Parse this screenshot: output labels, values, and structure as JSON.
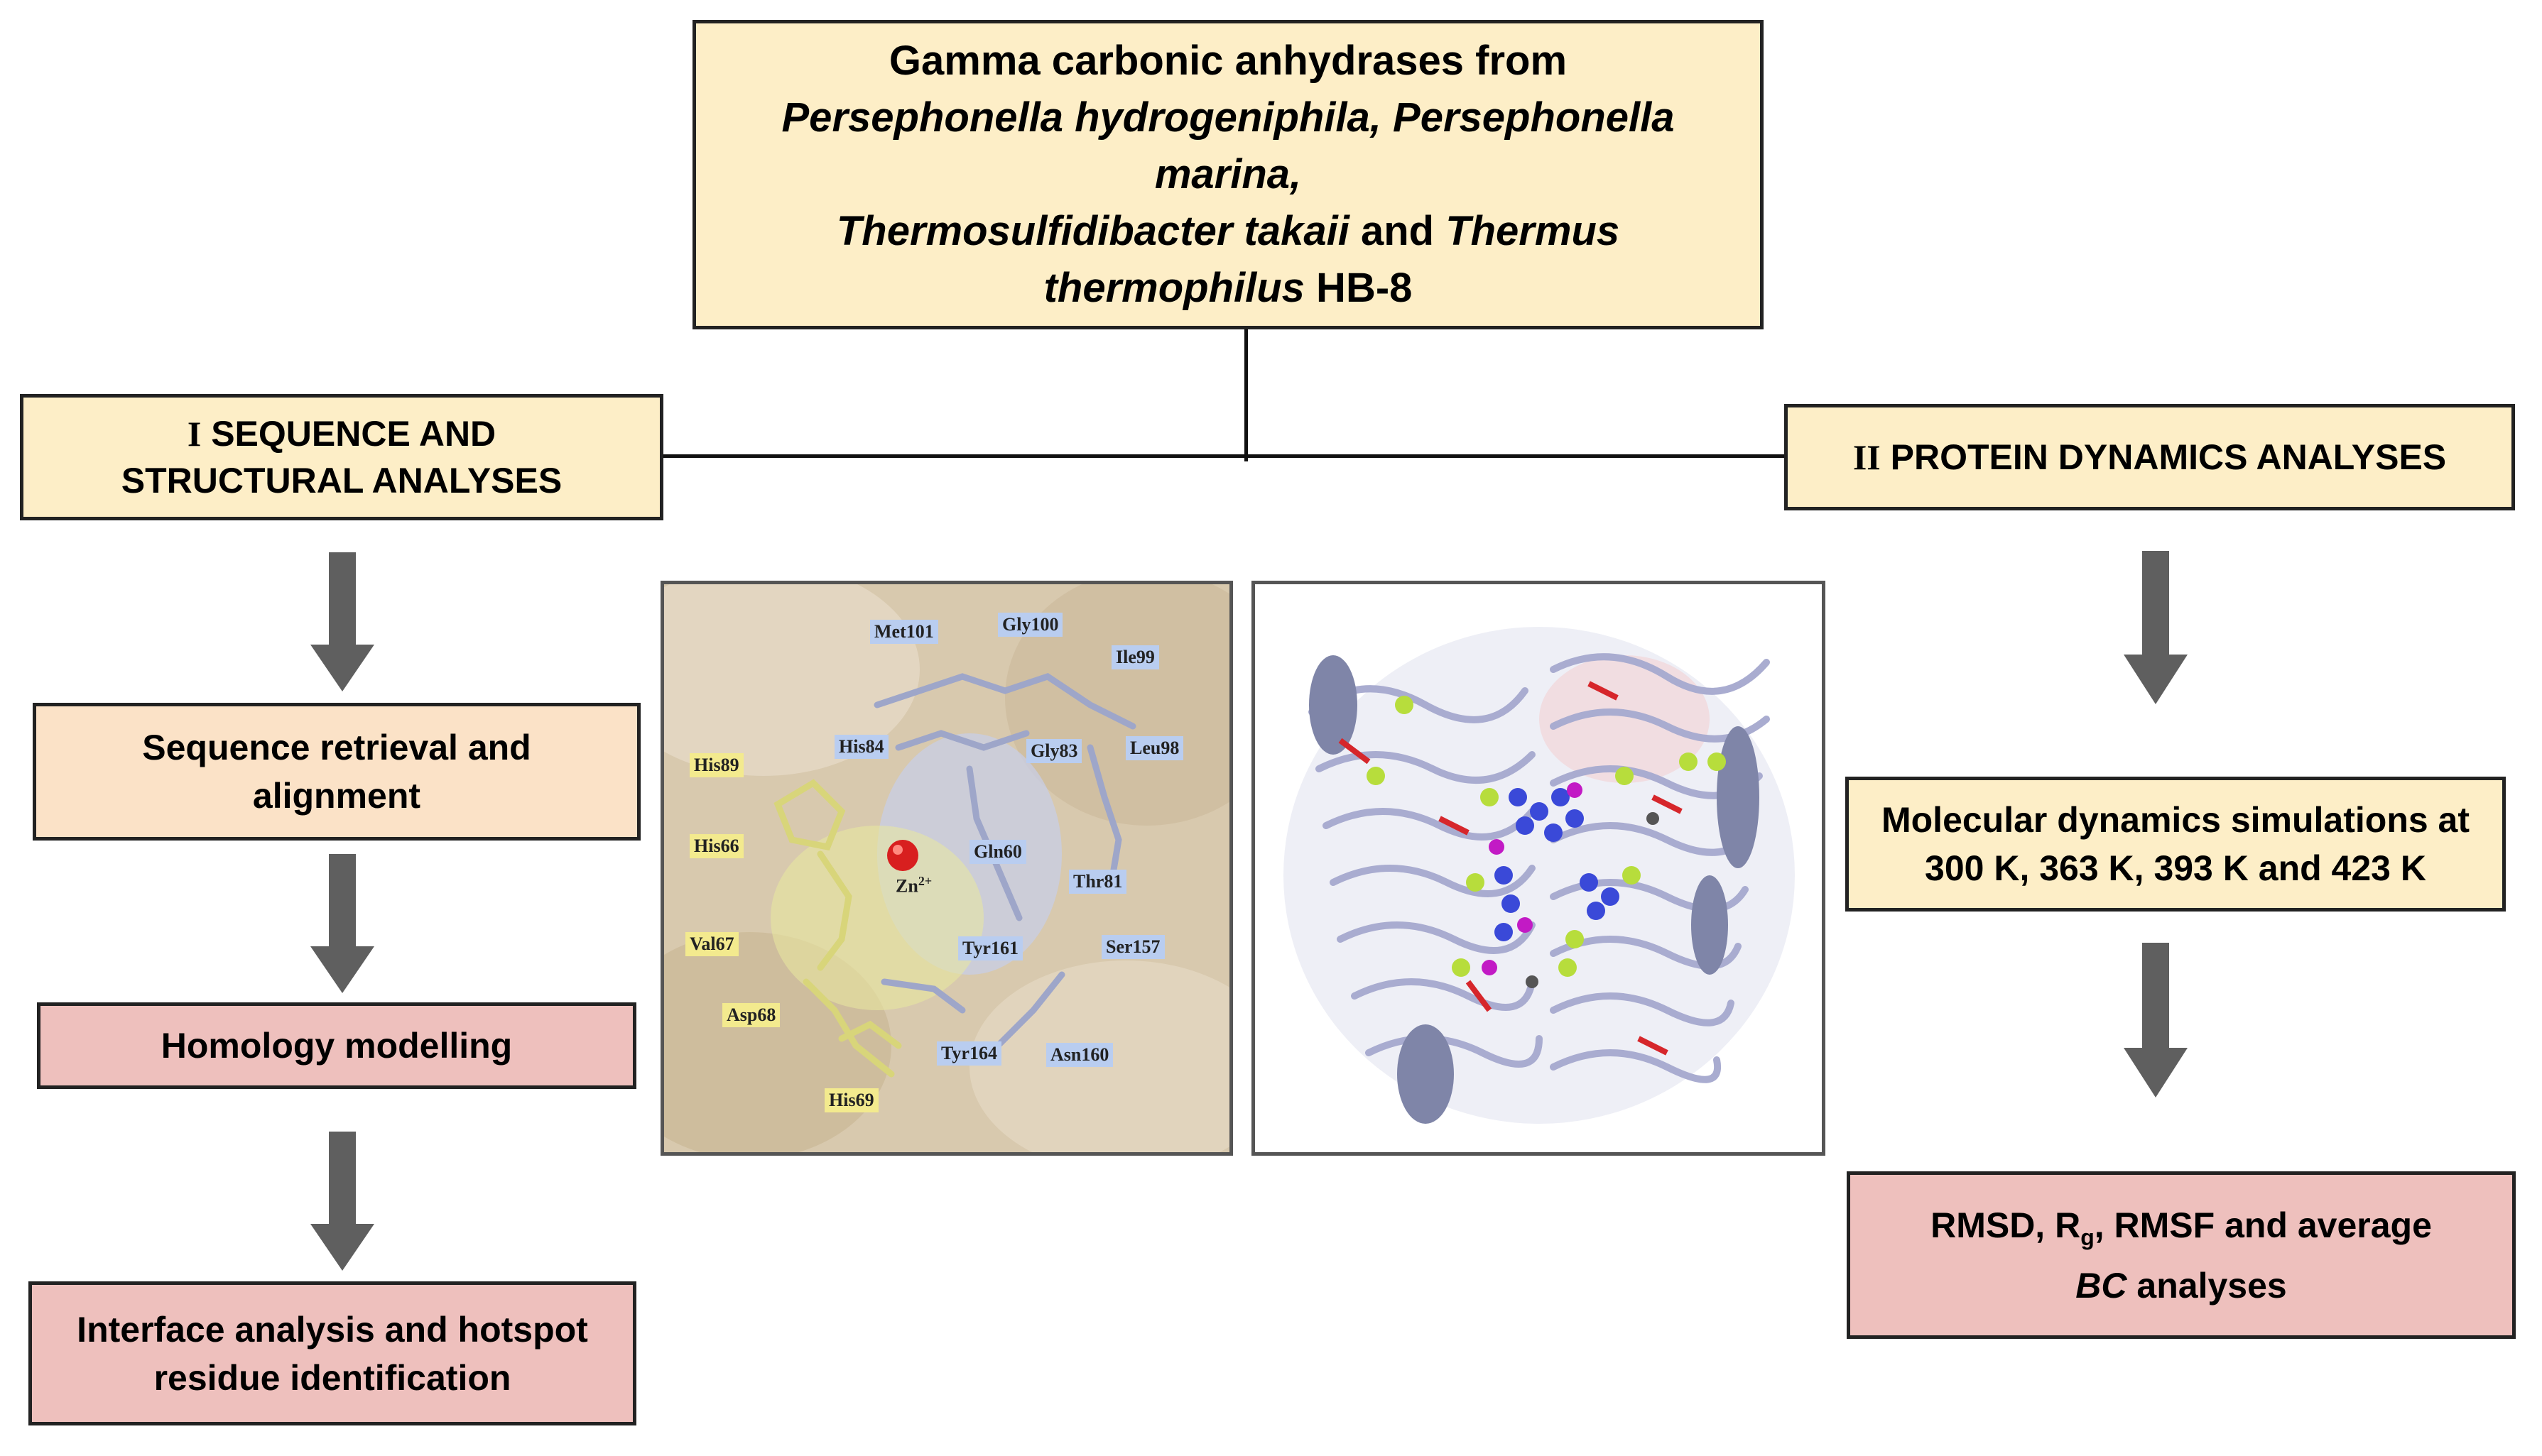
{
  "top_box": {
    "line1": "Gamma carbonic anhydrases from",
    "line2": "Persephonella hydrogeniphila, Persephonella",
    "line3": "marina,",
    "line4_italic_a": "Thermosulfidibacter takaii",
    "line4_and": " and ",
    "line4_italic_b": "Thermus",
    "line5_italic": "thermophilus",
    "line5_rest": " HB-8"
  },
  "left_branch": {
    "roman": "I",
    "title_a": " SEQUENCE AND",
    "title_b": "STRUCTURAL ANALYSES",
    "steps": [
      "Sequence retrieval and alignment",
      "Homology modelling",
      "Interface analysis and hotspot residue identification"
    ]
  },
  "right_branch": {
    "roman": "II",
    "title": " PROTEIN DYNAMICS ANALYSES",
    "steps": [
      "Molecular dynamics simulations at 300 K, 363 K, 393 K and 423 K"
    ],
    "final": {
      "part1": "RMSD, R",
      "sub": "g",
      "part2": ", RMSF  and average",
      "italic": "BC",
      "part3": " analyses"
    }
  },
  "active_site_panel": {
    "blue_labels": [
      "Met101",
      "Gly100",
      "Ile99",
      "His84",
      "Gly83",
      "Leu98",
      "Gln60",
      "Thr81",
      "Tyr161",
      "Ser157",
      "Tyr164",
      "Asn160"
    ],
    "yellow_labels": [
      "His89",
      "His66",
      "Val67",
      "Asp68",
      "His69"
    ],
    "zn_label": "Zn",
    "zn_charge": "2+"
  },
  "colors": {
    "cream": "#fdeec7",
    "peach": "#fbe2c7",
    "pink": "#eec0bd",
    "arrow": "#5f5f5f"
  }
}
